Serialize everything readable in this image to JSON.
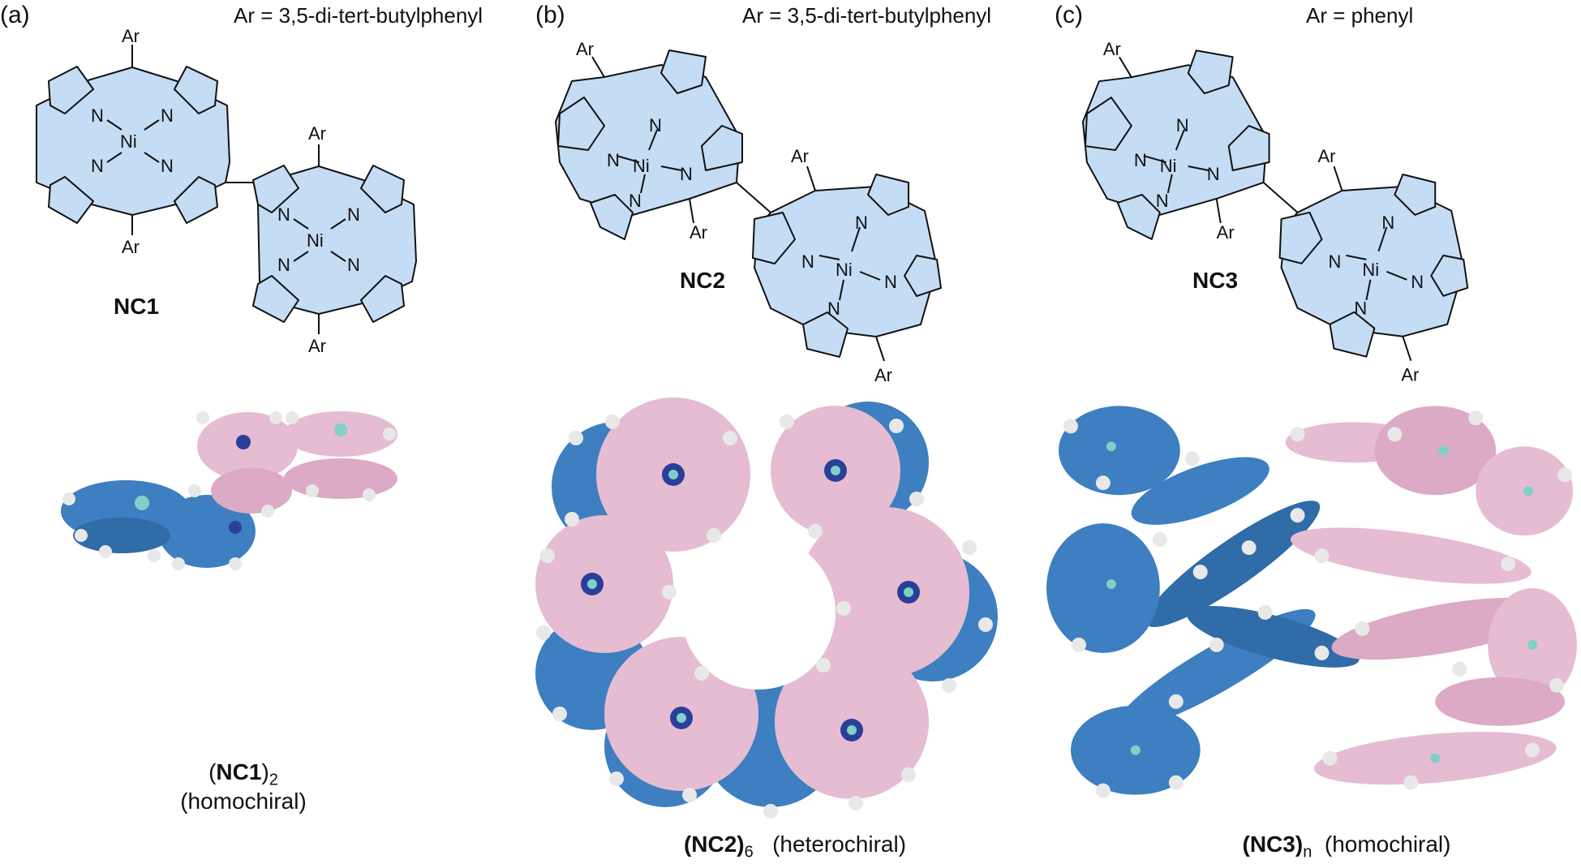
{
  "panels": {
    "a": {
      "label": "(a)",
      "ar_definition": "Ar = 3,5-di-tert-butylphenyl",
      "compound": "NC1",
      "substituent": "Ar",
      "atoms": {
        "n": "N",
        "ni": "Ni"
      },
      "caption": {
        "name": "NC1",
        "paren_open": "(",
        "paren_close": ")",
        "subscript": "2",
        "chirality": "(homochiral)"
      }
    },
    "b": {
      "label": "(b)",
      "ar_definition": "Ar = 3,5-di-tert-butylphenyl",
      "compound": "NC2",
      "substituent": "Ar",
      "atoms": {
        "n": "N",
        "ni": "Ni"
      },
      "caption": {
        "name": "(NC2)",
        "subscript": "6",
        "chirality": "(heterochiral)"
      }
    },
    "c": {
      "label": "(c)",
      "ar_definition": "Ar = phenyl",
      "compound": "NC3",
      "substituent": "Ar",
      "atoms": {
        "n": "N",
        "ni": "Ni"
      },
      "caption": {
        "name": "(NC3)",
        "subscript": "n",
        "chirality": "(homochiral)"
      }
    }
  },
  "colors": {
    "ring_fill": "#c5dcf5",
    "model_blue": "#3d7fc0",
    "model_pink": "#e6bcd2",
    "model_hydrogen": "#e8e8e8",
    "model_nitrogen": "#2a3f9a",
    "model_nickel": "#7fd0c8"
  }
}
